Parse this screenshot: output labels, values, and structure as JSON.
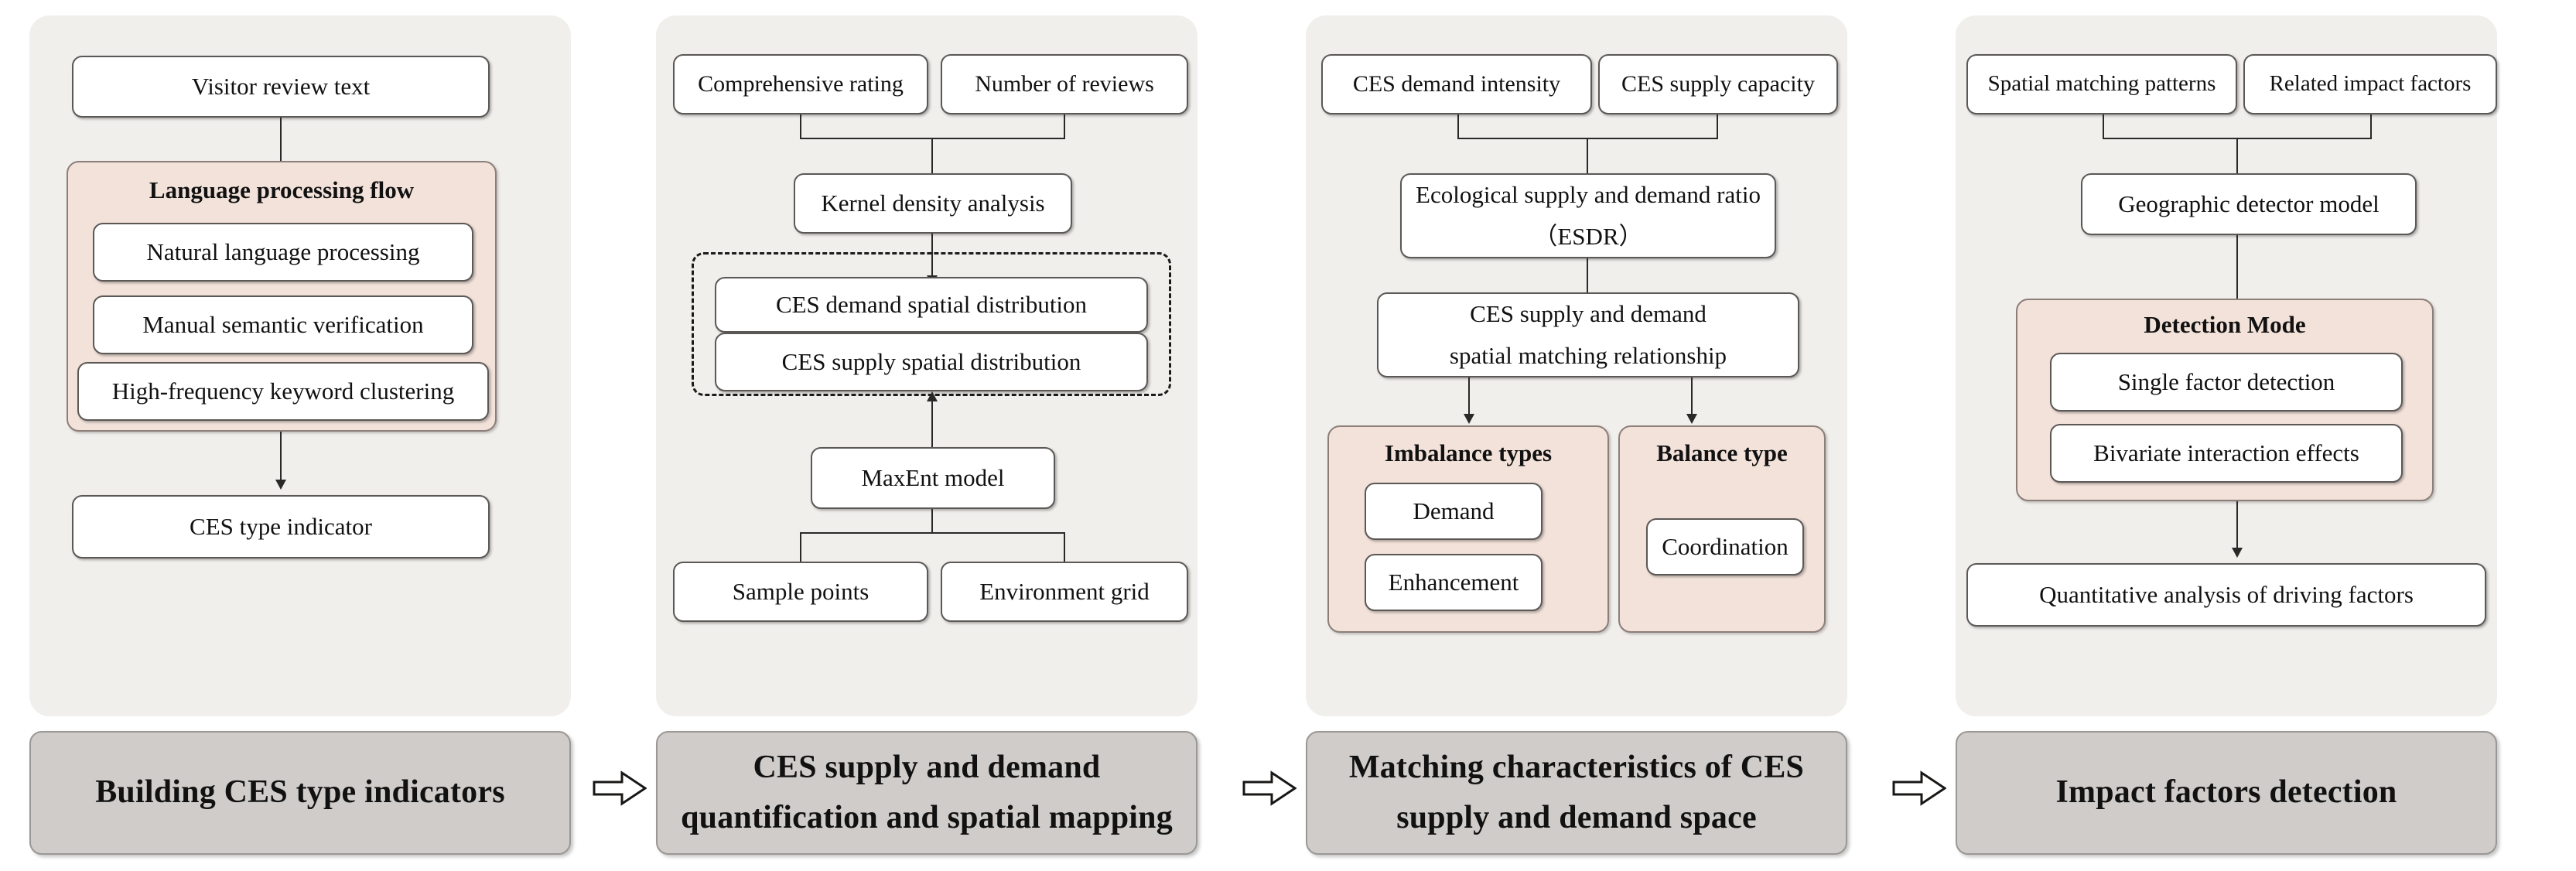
{
  "diagram": {
    "title": "CES research framework flowchart",
    "colors": {
      "panel_bg": "#f1efec",
      "group_bg": "#f2e2da",
      "footer_bg": "#cfccc9",
      "node_bg": "#ffffff",
      "line": "#2b2927"
    }
  },
  "columns": [
    {
      "id": "col1",
      "footer": "Building CES type indicators",
      "nodes": {
        "source": "Visitor review text",
        "group_title": "Language processing flow",
        "steps": [
          "Natural language processing",
          "Manual semantic verification",
          "High-frequency keyword clustering"
        ],
        "output": "CES type indicator"
      }
    },
    {
      "id": "col2",
      "footer_line1": "CES supply and demand",
      "footer_line2": "quantification and spatial mapping",
      "nodes": {
        "input_left": "Comprehensive rating",
        "input_right": "Number of reviews",
        "method": "Kernel density analysis",
        "dashed_items": [
          "CES demand spatial distribution",
          "CES supply spatial distribution"
        ],
        "model": "MaxEnt model",
        "model_input_left": "Sample points",
        "model_input_right": "Environment grid"
      }
    },
    {
      "id": "col3",
      "footer_line1": "Matching characteristics of CES",
      "footer_line2": "supply and demand space",
      "nodes": {
        "input_left": "CES  demand intensity",
        "input_right": "CES supply capacity",
        "ratio_line1": "Ecological supply and demand ratio",
        "ratio_line2": "（ESDR）",
        "relation_line1": "CES supply and demand",
        "relation_line2": "spatial matching relationship",
        "imbalance_title": "Imbalance types",
        "imbalance_items": [
          "Demand",
          "Enhancement"
        ],
        "balance_title": "Balance type",
        "balance_items": [
          "Coordination"
        ]
      }
    },
    {
      "id": "col4",
      "footer": "Impact factors detection",
      "nodes": {
        "input_left": "Spatial matching patterns",
        "input_right": "Related impact factors",
        "model": "Geographic detector model",
        "group_title": "Detection Mode",
        "modes": [
          "Single factor detection",
          "Bivariate interaction effects"
        ],
        "output": "Quantitative analysis of driving factors"
      }
    }
  ],
  "stage_arrows": [
    "flow-arrow-1",
    "flow-arrow-2",
    "flow-arrow-3"
  ]
}
